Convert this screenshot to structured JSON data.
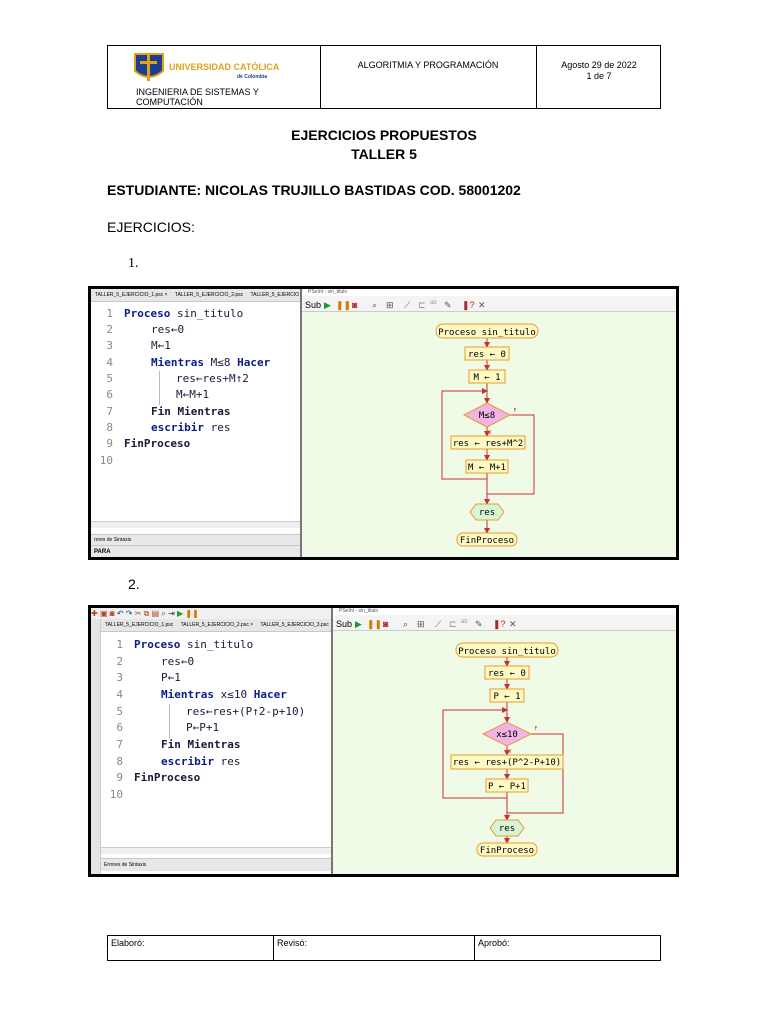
{
  "header": {
    "university_name": "UNIVERSIDAD CATÓLICA",
    "university_sub": "de Colombia",
    "department": "INGENIERIA DE SISTEMAS Y COMPUTACIÓN",
    "course": "ALGORITMIA Y PROGRAMACIÓN",
    "date": "Agosto 29 de 2022",
    "page": "1 de 7"
  },
  "title_line1": "EJERCICIOS PROPUESTOS",
  "title_line2": "TALLER 5",
  "student": "ESTUDIANTE: NICOLAS TRUJILLO BASTIDAS COD. 58001202",
  "exercises_label": "EJERCICIOS:",
  "items": [
    {
      "number": "1.",
      "tabs": [
        "TALLER_5_EJERCICIO_1.psc ×",
        "TALLER_5_EJERCICIO_2.psc",
        "TALLER_5_EJERCIO"
      ],
      "window_title": "PSeInt - sin_titulo",
      "status_label": "rores de Sintaxis",
      "status_bottom": "PARA",
      "code": {
        "line_numbers": [
          "1",
          "2",
          "3",
          "4",
          "5",
          "6",
          "7",
          "8",
          "9",
          "10"
        ],
        "l1_kw": "Proceso",
        "l1_rest": " sin_titulo",
        "l2": "res←0",
        "l3": "M←1",
        "l4_kw1": "Mientras",
        "l4_mid": " M≤8 ",
        "l4_kw2": "Hacer",
        "l5": "res←res+M↑2",
        "l6": "M←M+1",
        "l7_kw": "Fin Mientras",
        "l8_kw": "escribir",
        "l8_rest": " res",
        "l9_kw": "FinProceso"
      },
      "flow": {
        "start": "Proceso sin_titulo",
        "assign1": "res ← 0",
        "assign2": "M ← 1",
        "cond": "M≤8",
        "true_label": "V",
        "false_label": "F",
        "body1": "res ← res+M^2",
        "body2": "M ← M+1",
        "output": "res",
        "end": "FinProceso"
      }
    },
    {
      "number": "2.",
      "tabs": [
        "TALLER_5_EJERCICIO_1.psc",
        "TALLER_5_EJERCICIO_2.psc ×",
        "TALLER_5_EJERCICIO_3.psc"
      ],
      "window_title": "PSeInt - sin_titulo",
      "status_label": "Errores de Sintaxis",
      "code": {
        "line_numbers": [
          "1",
          "2",
          "3",
          "4",
          "5",
          "6",
          "7",
          "8",
          "9",
          "10"
        ],
        "l1_kw": "Proceso",
        "l1_rest": " sin_titulo",
        "l2": "res←0",
        "l3": "P←1",
        "l4_kw1": "Mientras",
        "l4_mid": " x≤10 ",
        "l4_kw2": "Hacer",
        "l5": "res←res+(P↑2-p+10)",
        "l6": "P←P+1",
        "l7_kw": "Fin Mientras",
        "l8_kw": "escribir",
        "l8_rest": " res",
        "l9_kw": "FinProceso"
      },
      "flow": {
        "start": "Proceso sin_titulo",
        "assign1": "res ← 0",
        "assign2": "P ← 1",
        "cond": "x≤10",
        "true_label": "V",
        "false_label": "F",
        "body1": "res ← res+(P^2-P+10)",
        "body2": "P ← P+1",
        "output": "res",
        "end": "FinProceso"
      }
    }
  ],
  "footer": {
    "elaboro": "Elaboró:",
    "reviso": "Revisó:",
    "aprobo": "Aprobó:"
  },
  "colors": {
    "logo_blue": "#1a3f8f",
    "logo_gold": "#e0a21a",
    "keyword": "#0b1b8c",
    "flow_bg": "#effbe6",
    "flow_box_fill": "#fff9c4",
    "flow_box_stroke": "#e89b2b",
    "flow_cond_fill": "#f2b3e6",
    "flow_io_fill": "#d6f5d6",
    "flow_arrow": "#c83030"
  }
}
